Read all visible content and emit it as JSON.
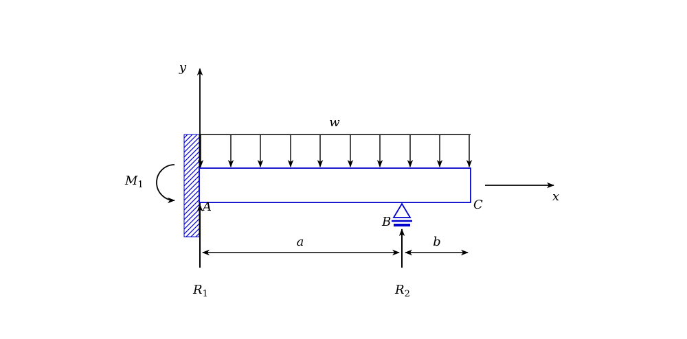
{
  "figure": {
    "axis_labels": {
      "y": "y",
      "x": "x"
    },
    "load_label": "w",
    "moment_label": {
      "base": "M",
      "sub": "1"
    },
    "point_labels": {
      "A": "A",
      "B": "B",
      "C": "C"
    },
    "dimension_labels": {
      "a": "a",
      "b": "b"
    },
    "reaction_labels": {
      "R1": {
        "base": "R",
        "sub": "1"
      },
      "R2": {
        "base": "R",
        "sub": "2"
      }
    },
    "colors": {
      "beam_outline": "#0000cc",
      "support": "#0000cc",
      "ink": "#000000",
      "background": "#ffffff"
    }
  }
}
